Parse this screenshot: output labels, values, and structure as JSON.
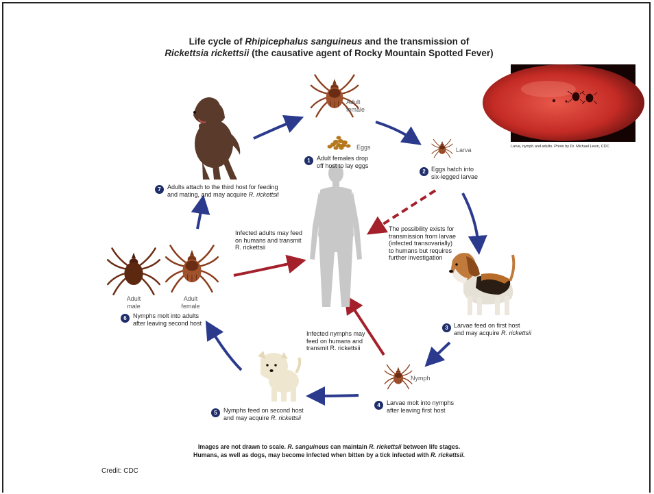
{
  "title": {
    "line1_prefix": "Life cycle of ",
    "line1_italic": "Rhipicephalus sanguineus",
    "line1_suffix": " and the transmission of",
    "line2_italic": "Rickettsia rickettsii",
    "line2_suffix": " (the causative agent of Rocky Mountain Spotted Fever)"
  },
  "photo_caption": "Larva, nymph and adults. Photo by Dr. Michael Levin, CDC",
  "labels": {
    "adult_female_top": [
      "Adult",
      "female"
    ],
    "eggs": "Eggs",
    "larva": "Larva",
    "nymph": "Nymph",
    "adult_male": [
      "Adult",
      "male"
    ],
    "adult_female_left": [
      "Adult",
      "female"
    ]
  },
  "steps": [
    {
      "num": "1",
      "lines": [
        "Adult females drop",
        "off host to lay eggs"
      ]
    },
    {
      "num": "2",
      "lines": [
        "Eggs hatch into",
        "six-legged larvae"
      ]
    },
    {
      "num": "3",
      "line1": "Larvae feed on first host",
      "line2_prefix": "and may acquire ",
      "line2_italic": "R. rickettsii"
    },
    {
      "num": "4",
      "lines": [
        "Larvae molt into nymphs",
        "after leaving first host"
      ]
    },
    {
      "num": "5",
      "line1": "Nymphs feed on second host",
      "line2_prefix": "and may acquire ",
      "line2_italic": "R. rickettsii"
    },
    {
      "num": "6",
      "lines": [
        "Nymphs molt into adults",
        "after leaving second host"
      ]
    },
    {
      "num": "7",
      "line1": "Adults attach to the third host for feeding",
      "line2_prefix": "and mating, and may acquire ",
      "line2_italic": "R. rickettsii"
    }
  ],
  "notes": {
    "infected_adults": [
      "Infected adults may feed",
      "on humans and transmit",
      "R. rickettsii"
    ],
    "larvae_possibility": [
      "The possibility exists for",
      "transmission from larvae",
      "(infected transovarially)",
      "to humans but requires",
      "further investigation"
    ],
    "infected_nymphs": [
      "Infected nymphs may",
      "feed on humans and",
      "transmit R. rickettsii"
    ]
  },
  "footnote": {
    "line1_prefix": "Images are not drawn to scale. ",
    "line1_italic1": "R. sanguineus",
    "line1_mid": " can maintain ",
    "line1_italic2": "R. rickettsii",
    "line1_suffix": " between life stages.",
    "line2_prefix": "Humans, as well as dogs, may become infected when bitten by a tick infected with ",
    "line2_italic": "R. rickettsii",
    "line2_suffix": "."
  },
  "credit": "Credit: CDC",
  "colors": {
    "cycle_arrow": "#2b3a8c",
    "transmission_arrow": "#a4202b",
    "badge": "#1f2e6b",
    "human": "#c8c8c8",
    "tick": "#9a4a25"
  }
}
